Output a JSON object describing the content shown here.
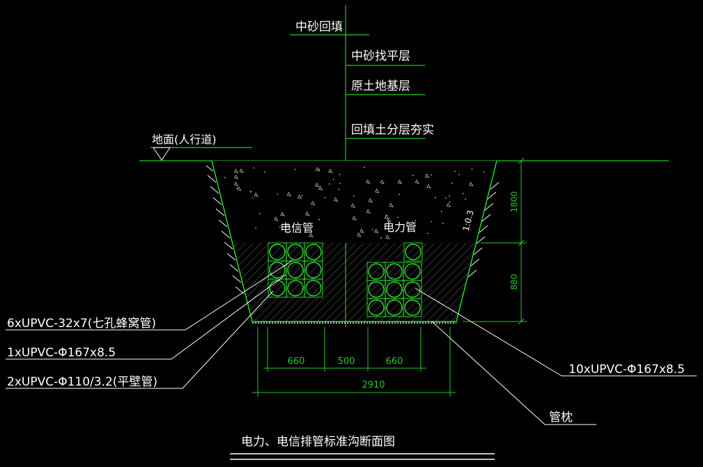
{
  "colors": {
    "background": "#000000",
    "line_green": "#22cc22",
    "text_white": "#ffffff",
    "pipe_green": "#33ff33",
    "hatch": "#777777",
    "trench": "#2ee62e"
  },
  "labels": {
    "layer_1": "中砂回填",
    "layer_2": "中砂找平层",
    "layer_3": "原土地基层",
    "layer_4": "回填土分层夯实",
    "ground": "地面(人行道)",
    "telecom_pipe": "电信管",
    "power_pipe": "电力管",
    "slope": "1:0.3",
    "callout_1": "6xUPVC-32x7(七孔蜂窝管)",
    "callout_2": "1xUPVC-Φ167x8.5",
    "callout_3": "2xUPVC-Φ110/3.2(平壁管)",
    "callout_4": "10xUPVC-Φ167x8.5",
    "callout_5": "管枕",
    "title": "电力、电信排管标准沟断面图"
  },
  "dimensions": {
    "depth_top": "1800",
    "depth_bottom": "880",
    "width_left": "660",
    "width_mid": "500",
    "width_right": "660",
    "width_total": "2910"
  }
}
